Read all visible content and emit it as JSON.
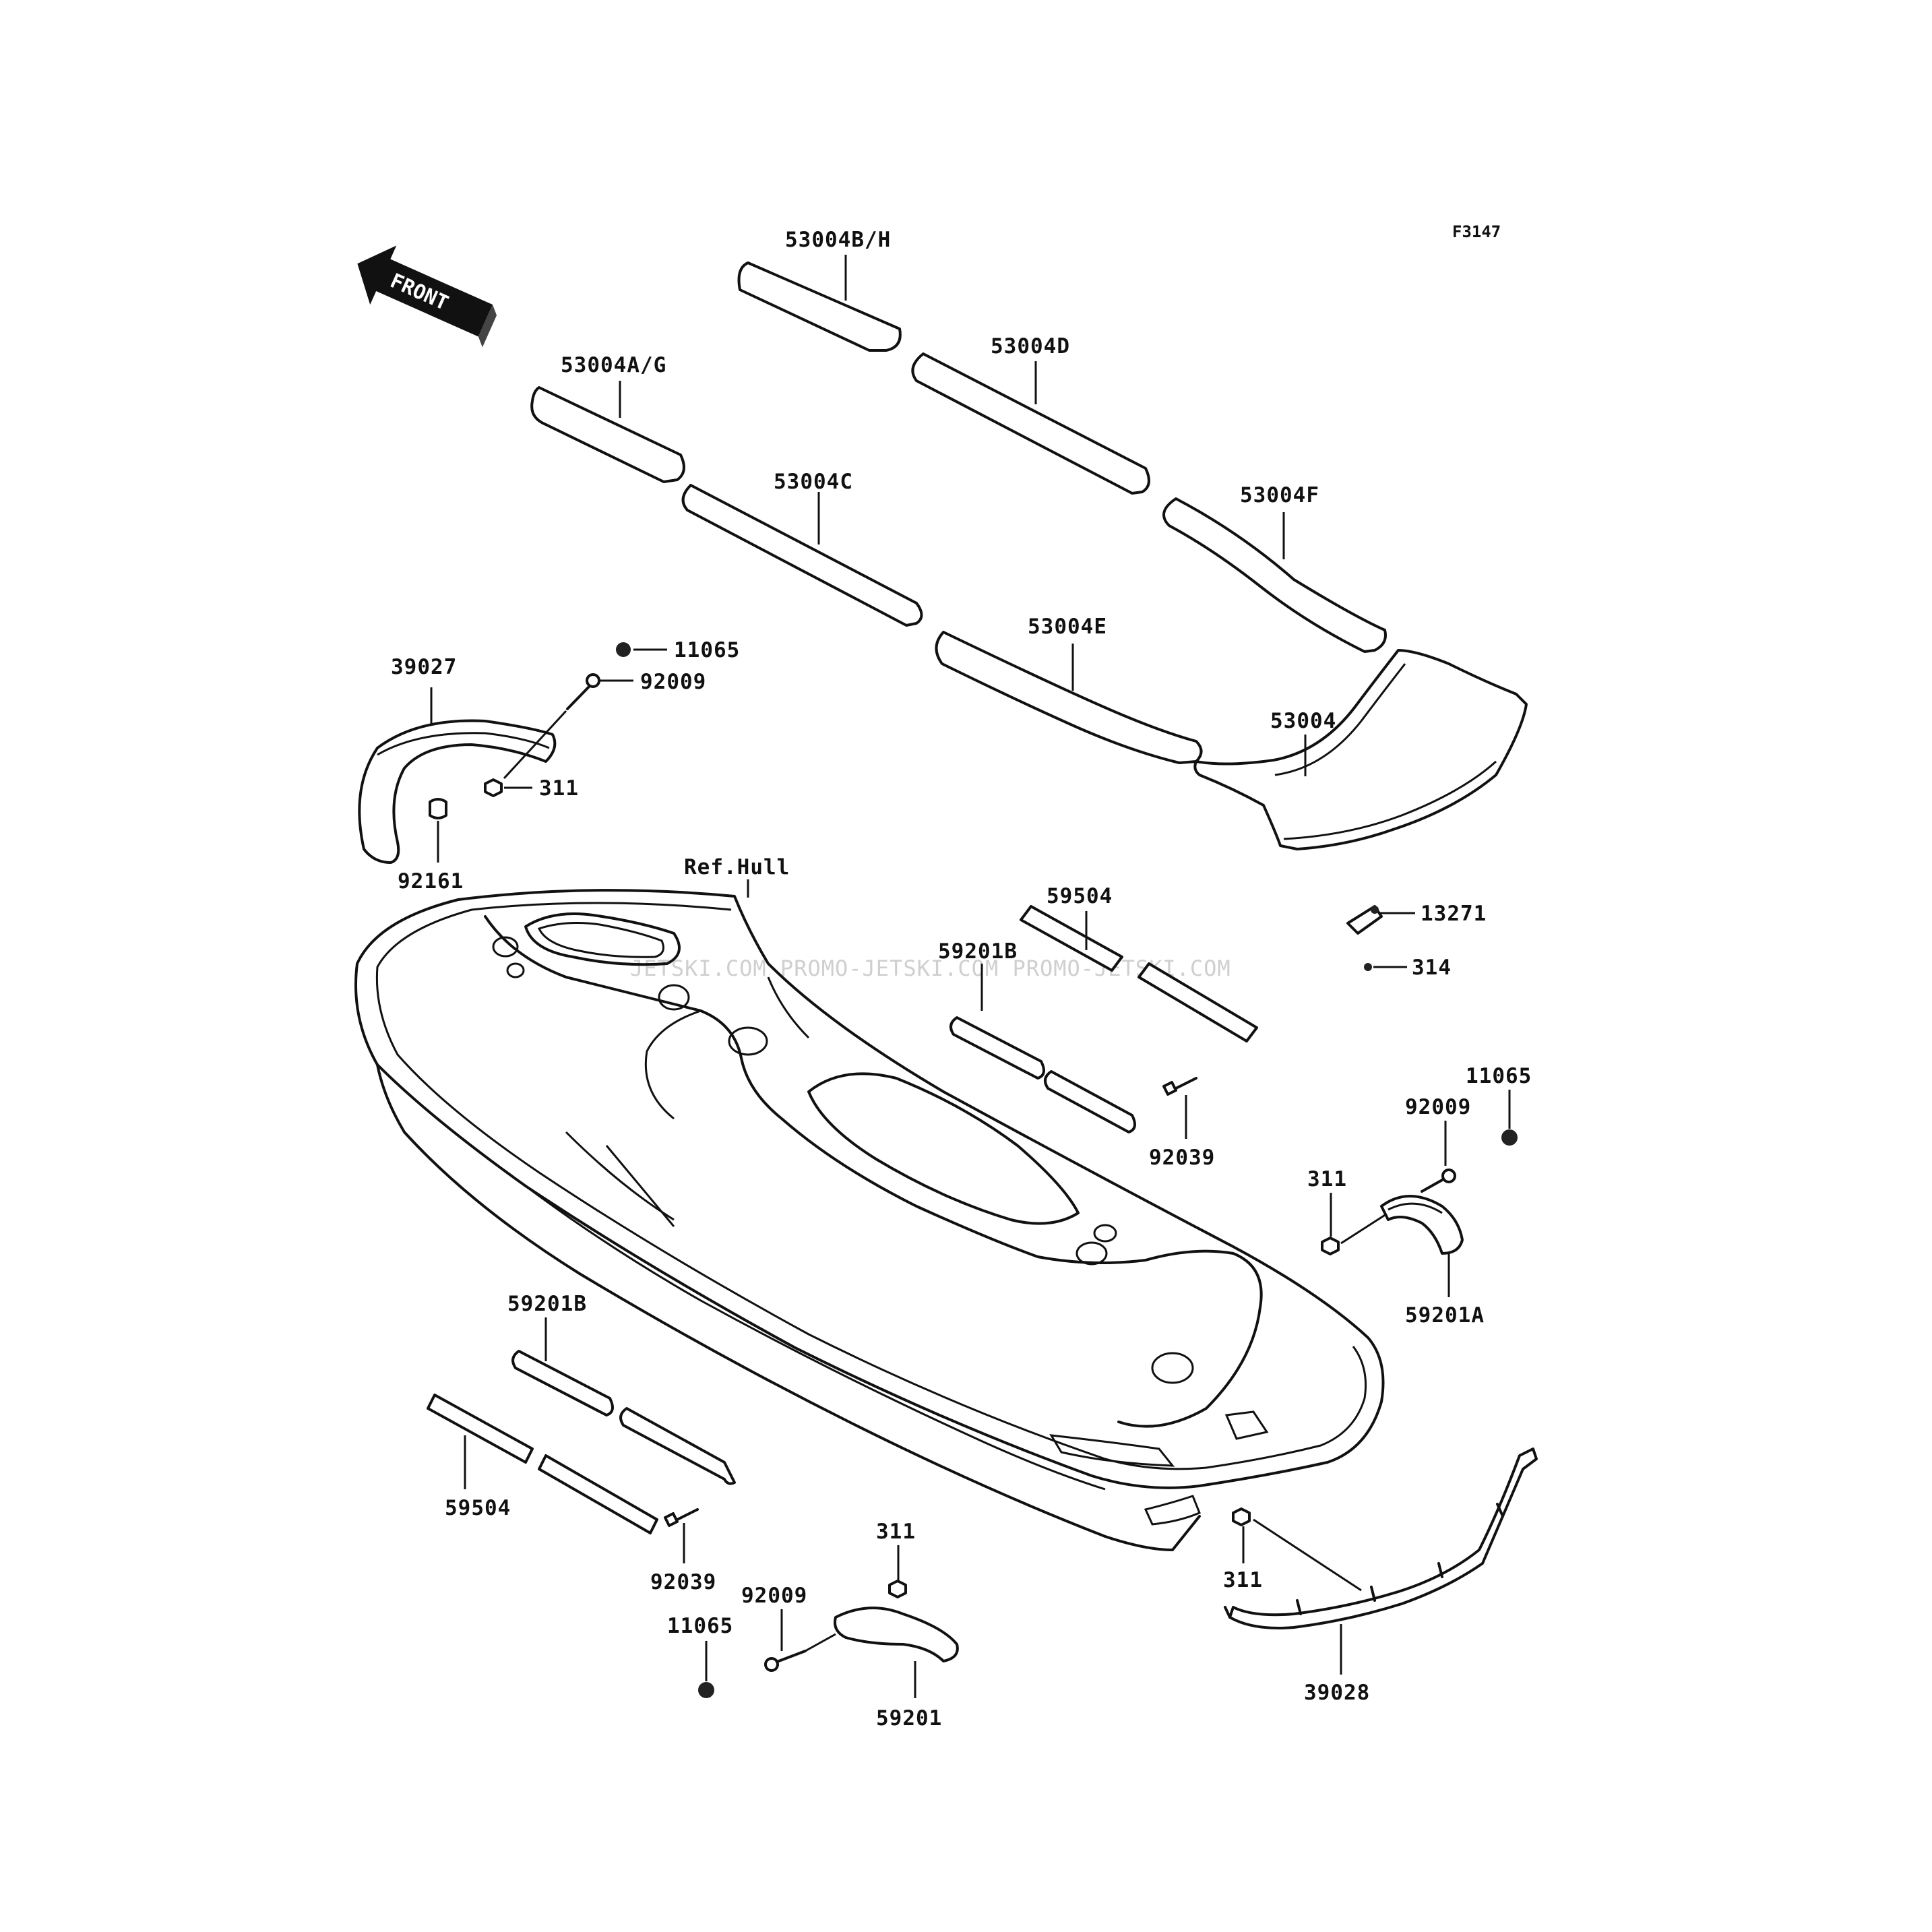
{
  "figure_code": "F3147",
  "front_label": "FRONT",
  "watermark": "JETSKI.COM  PROMO-JETSKI.COM  PROMO-JETSKI.COM",
  "parts": {
    "p53004BH": "53004B/H",
    "p53004AG": "53004A/G",
    "p53004D": "53004D",
    "p53004C": "53004C",
    "p53004F": "53004F",
    "p53004E": "53004E",
    "p53004": "53004",
    "p11065_a": "11065",
    "p39027": "39027",
    "p92009_a": "92009",
    "p311_a": "311",
    "p92161": "92161",
    "ref_hull": "Ref.Hull",
    "p59504_a": "59504",
    "p59201B_a": "59201B",
    "p13271": "13271",
    "p314": "314",
    "p92039_a": "92039",
    "p11065_b": "11065",
    "p92009_b": "92009",
    "p311_b": "311",
    "p59201A": "59201A",
    "p59201B_b": "59201B",
    "p59504_b": "59504",
    "p92039_b": "92039",
    "p311_c": "311",
    "p92009_c": "92009",
    "p11065_c": "11065",
    "p59201": "59201",
    "p311_d": "311",
    "p39028": "39028"
  },
  "colors": {
    "line": "#111111",
    "background": "#ffffff",
    "watermark": "#cfcfcf"
  }
}
